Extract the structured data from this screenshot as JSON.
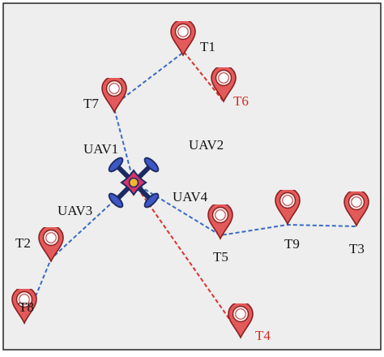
{
  "colors": {
    "background": "#eeeeee",
    "border": "#222222",
    "blue_route": "#3a6bc4",
    "red_route": "#d9332b",
    "pin_fill": "#e35a5a",
    "pin_stroke": "#8a1f1f",
    "drone_body": "#d6336a",
    "drone_frame": "#1c2a63",
    "drone_center": "#f2b630",
    "label_black": "#111111",
    "label_red": "#d32a22"
  },
  "drone": {
    "name": "drone-icon"
  },
  "uav_labels": [
    {
      "id": "uav1",
      "text": "UAV1"
    },
    {
      "id": "uav2",
      "text": "UAV2"
    },
    {
      "id": "uav3",
      "text": "UAV3"
    },
    {
      "id": "uav4",
      "text": "UAV4"
    }
  ],
  "targets": [
    {
      "id": "t1",
      "label": "T1",
      "label_color": "black"
    },
    {
      "id": "t6",
      "label": "T6",
      "label_color": "red"
    },
    {
      "id": "t7",
      "label": "T7",
      "label_color": "black"
    },
    {
      "id": "t2",
      "label": "T2",
      "label_color": "black"
    },
    {
      "id": "t8",
      "label": "T8",
      "label_color": "black"
    },
    {
      "id": "t5",
      "label": "T5",
      "label_color": "black"
    },
    {
      "id": "t9",
      "label": "T9",
      "label_color": "black"
    },
    {
      "id": "t3",
      "label": "T3",
      "label_color": "black"
    },
    {
      "id": "t4",
      "label": "T4",
      "label_color": "red"
    }
  ],
  "routes": [
    {
      "id": "uav1-route",
      "uav": "UAV1",
      "color": "blue",
      "path": [
        "drone",
        "t7",
        "t1"
      ]
    },
    {
      "id": "uav1-red-route",
      "uav": "UAV1",
      "color": "red",
      "path": [
        "t1",
        "t6"
      ]
    },
    {
      "id": "uav3-route",
      "uav": "UAV3",
      "color": "blue",
      "path": [
        "drone",
        "t2",
        "t8"
      ]
    },
    {
      "id": "uav4-route",
      "uav": "UAV4",
      "color": "blue",
      "path": [
        "drone",
        "t5",
        "t9",
        "t3"
      ]
    },
    {
      "id": "uav-red-route-t4",
      "uav": "",
      "color": "red",
      "path": [
        "drone",
        "t4"
      ]
    }
  ]
}
